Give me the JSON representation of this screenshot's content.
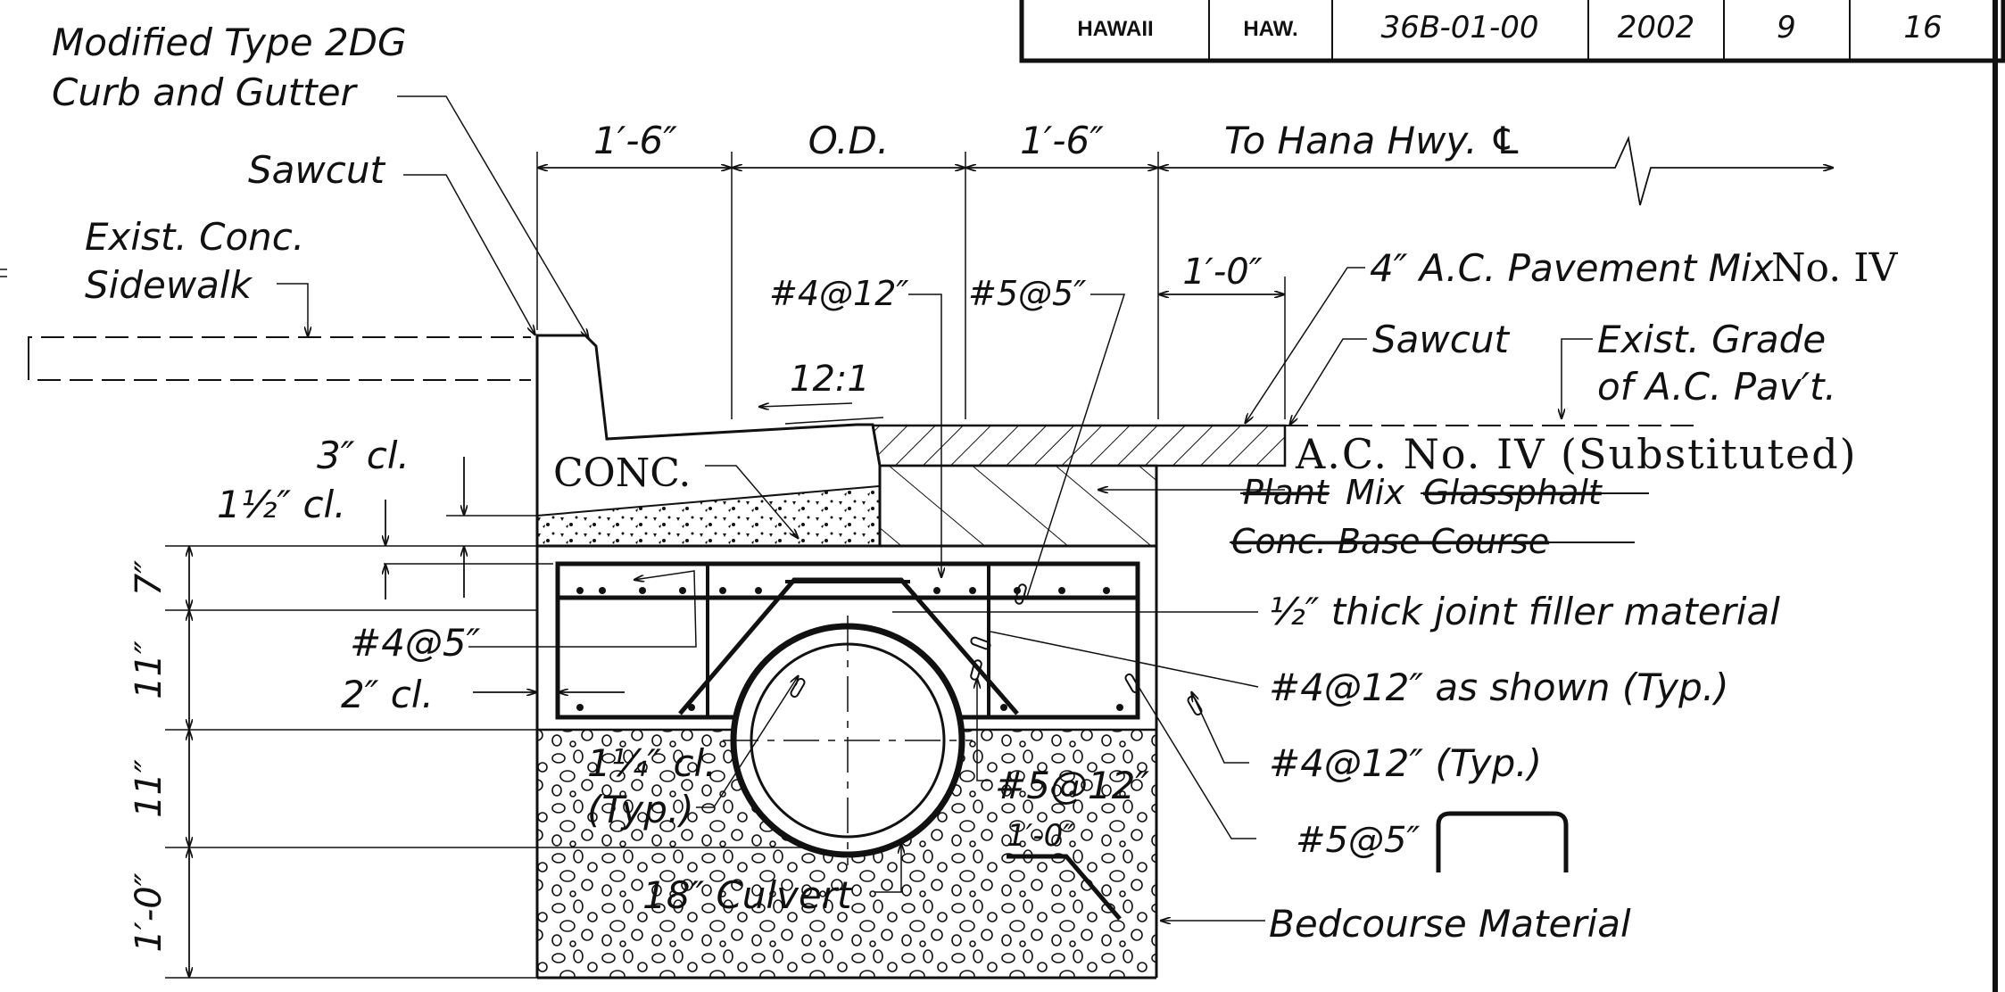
{
  "title_block": {
    "state": "HAWAII",
    "abbrev": "HAW.",
    "project_no": "36B-01-00",
    "year": "2002",
    "sheet_no": "9",
    "total_sheets": "16"
  },
  "labels": {
    "curb_type_1": "Modified Type 2DG",
    "curb_type_2": "Curb and Gutter",
    "sawcut_left": "Sawcut",
    "exist_sidewalk_1": "Exist. Conc.",
    "exist_sidewalk_2": "Sidewalk",
    "dim_1_6_left": "1′-6″",
    "dim_od": "O.D.",
    "dim_1_6_right": "1′-6″",
    "to_hana": "To Hana Hwy. ℄",
    "dim_1_0_top": "1′-0″",
    "ac_pavement_1": "4″ A.C. Pavement Mix",
    "ac_pavement_2": "No. IV",
    "rebar_4_12_top": "#4@12″",
    "rebar_5_5_top": "#5@5″",
    "slope": "12:1",
    "sawcut_right": "Sawcut",
    "exist_grade_1": "Exist. Grade",
    "exist_grade_2": "of A.C. Pav′t.",
    "clear_3": "3″ cl.",
    "clear_1_5": "1½″ cl.",
    "conc": "CONC.",
    "ac_substituted": "A.C. No. IV (Substituted)",
    "plant_mix_struck_1": "Plant",
    "plant_mix_word": "Mix",
    "plant_mix_struck_2": "Glassphalt",
    "base_course_struck": "Conc. Base Course",
    "joint_filler": "½″ thick joint filler material",
    "dim_7": "7″",
    "dim_11_a": "11″",
    "dim_11_b": "11″",
    "dim_1_0_left": "1′-0″",
    "rebar_4_5": "#4@5″",
    "clear_2": "2″ cl.",
    "rebar_4_12_shown": "#4@12″ as shown (Typ.)",
    "clear_1_25_1": "1¼″ cl.",
    "clear_1_25_2": "(Typ.)",
    "rebar_5_12": "#5@12″",
    "rebar_4_12_typ": "#4@12″ (Typ.)",
    "dim_1_0_bottom": "1′-0″",
    "rebar_5_5_bottom": "#5@5″",
    "culvert": "18″ Culvert",
    "bedcourse": "Bedcourse Material"
  }
}
